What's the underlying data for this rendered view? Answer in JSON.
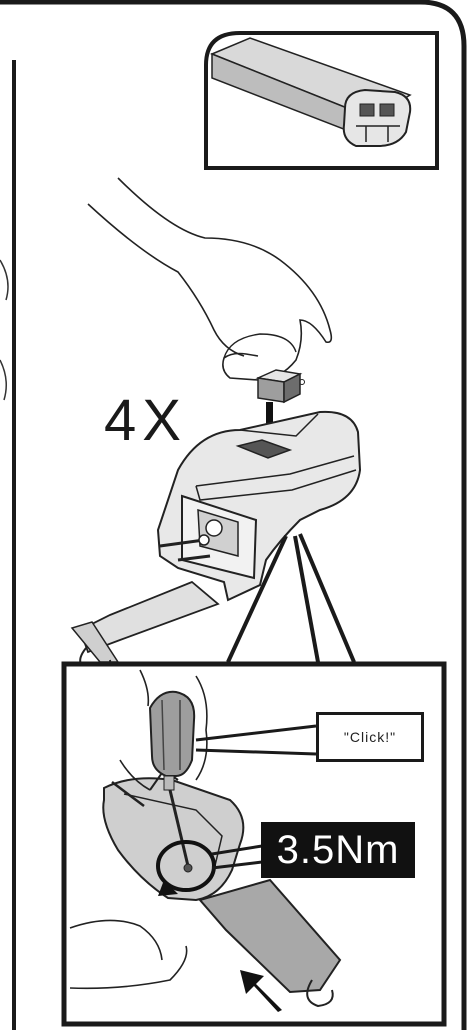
{
  "instruction": {
    "multiplier": "4X",
    "click_callout": "\"Click!\"",
    "torque_value": "3.5Nm"
  },
  "colors": {
    "line": "#1a1a1a",
    "fill_light": "#e6e6e6",
    "fill_mid": "#bdbdbd",
    "fill_dark": "#555555",
    "label_bg": "#111111",
    "label_text": "#ffffff"
  },
  "icons": [
    "crossbar-profile",
    "hand",
    "square-nut",
    "down-arrow",
    "roof-rack-foot",
    "strap",
    "screwdriver",
    "torque-rotation-arrow",
    "push-arrow"
  ]
}
